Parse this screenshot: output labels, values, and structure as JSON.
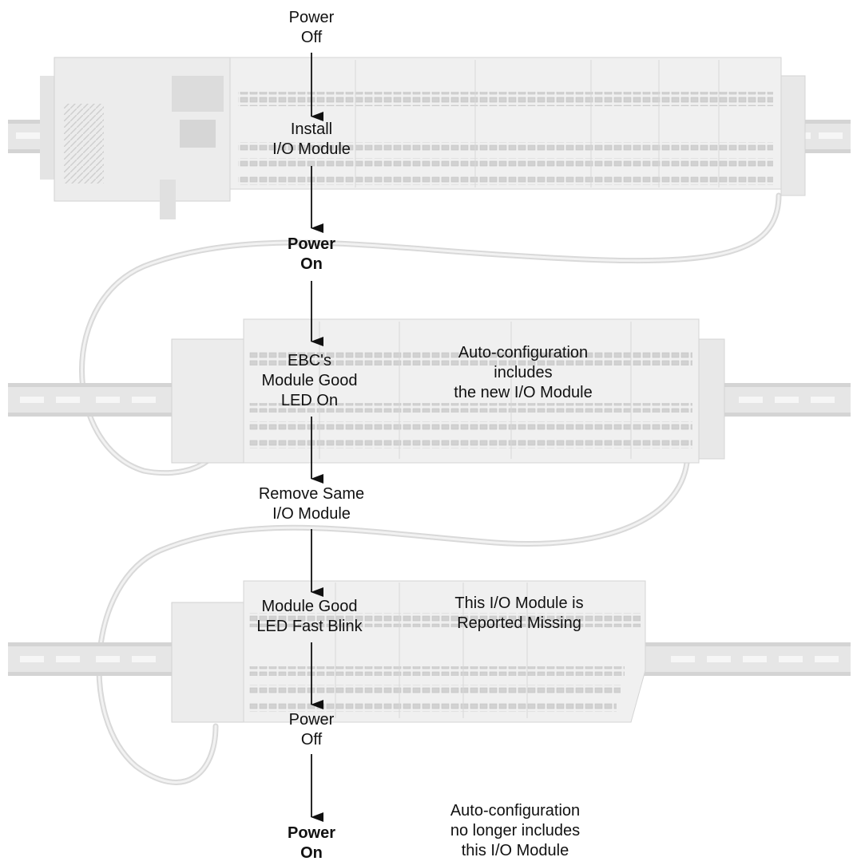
{
  "steps": {
    "power_off_1": "Power\nOff",
    "install": "Install\nI/O Module",
    "power_on_1": "Power\nOn",
    "module_good_on": "EBC's\nModule Good\nLED On",
    "remove": "Remove Same\nI/O Module",
    "fast_blink": "Module Good\nLED Fast Blink",
    "power_off_2": "Power\nOff",
    "power_on_2": "Power\nOn"
  },
  "notes": {
    "autoconfig_includes": "Auto-configuration\nincludes\nthe new I/O Module",
    "reported_missing": "This I/O Module is\nReported Missing",
    "autoconfig_excludes": "Auto-configuration\nno longer includes\nthis I/O Module"
  },
  "colors": {
    "rail": "#e6e6e6",
    "module_body": "#efefef",
    "module_edge": "#cfcfcf",
    "terminal": "#d6d6d6",
    "cable": "#d9d9d9",
    "arrow": "#111111"
  }
}
